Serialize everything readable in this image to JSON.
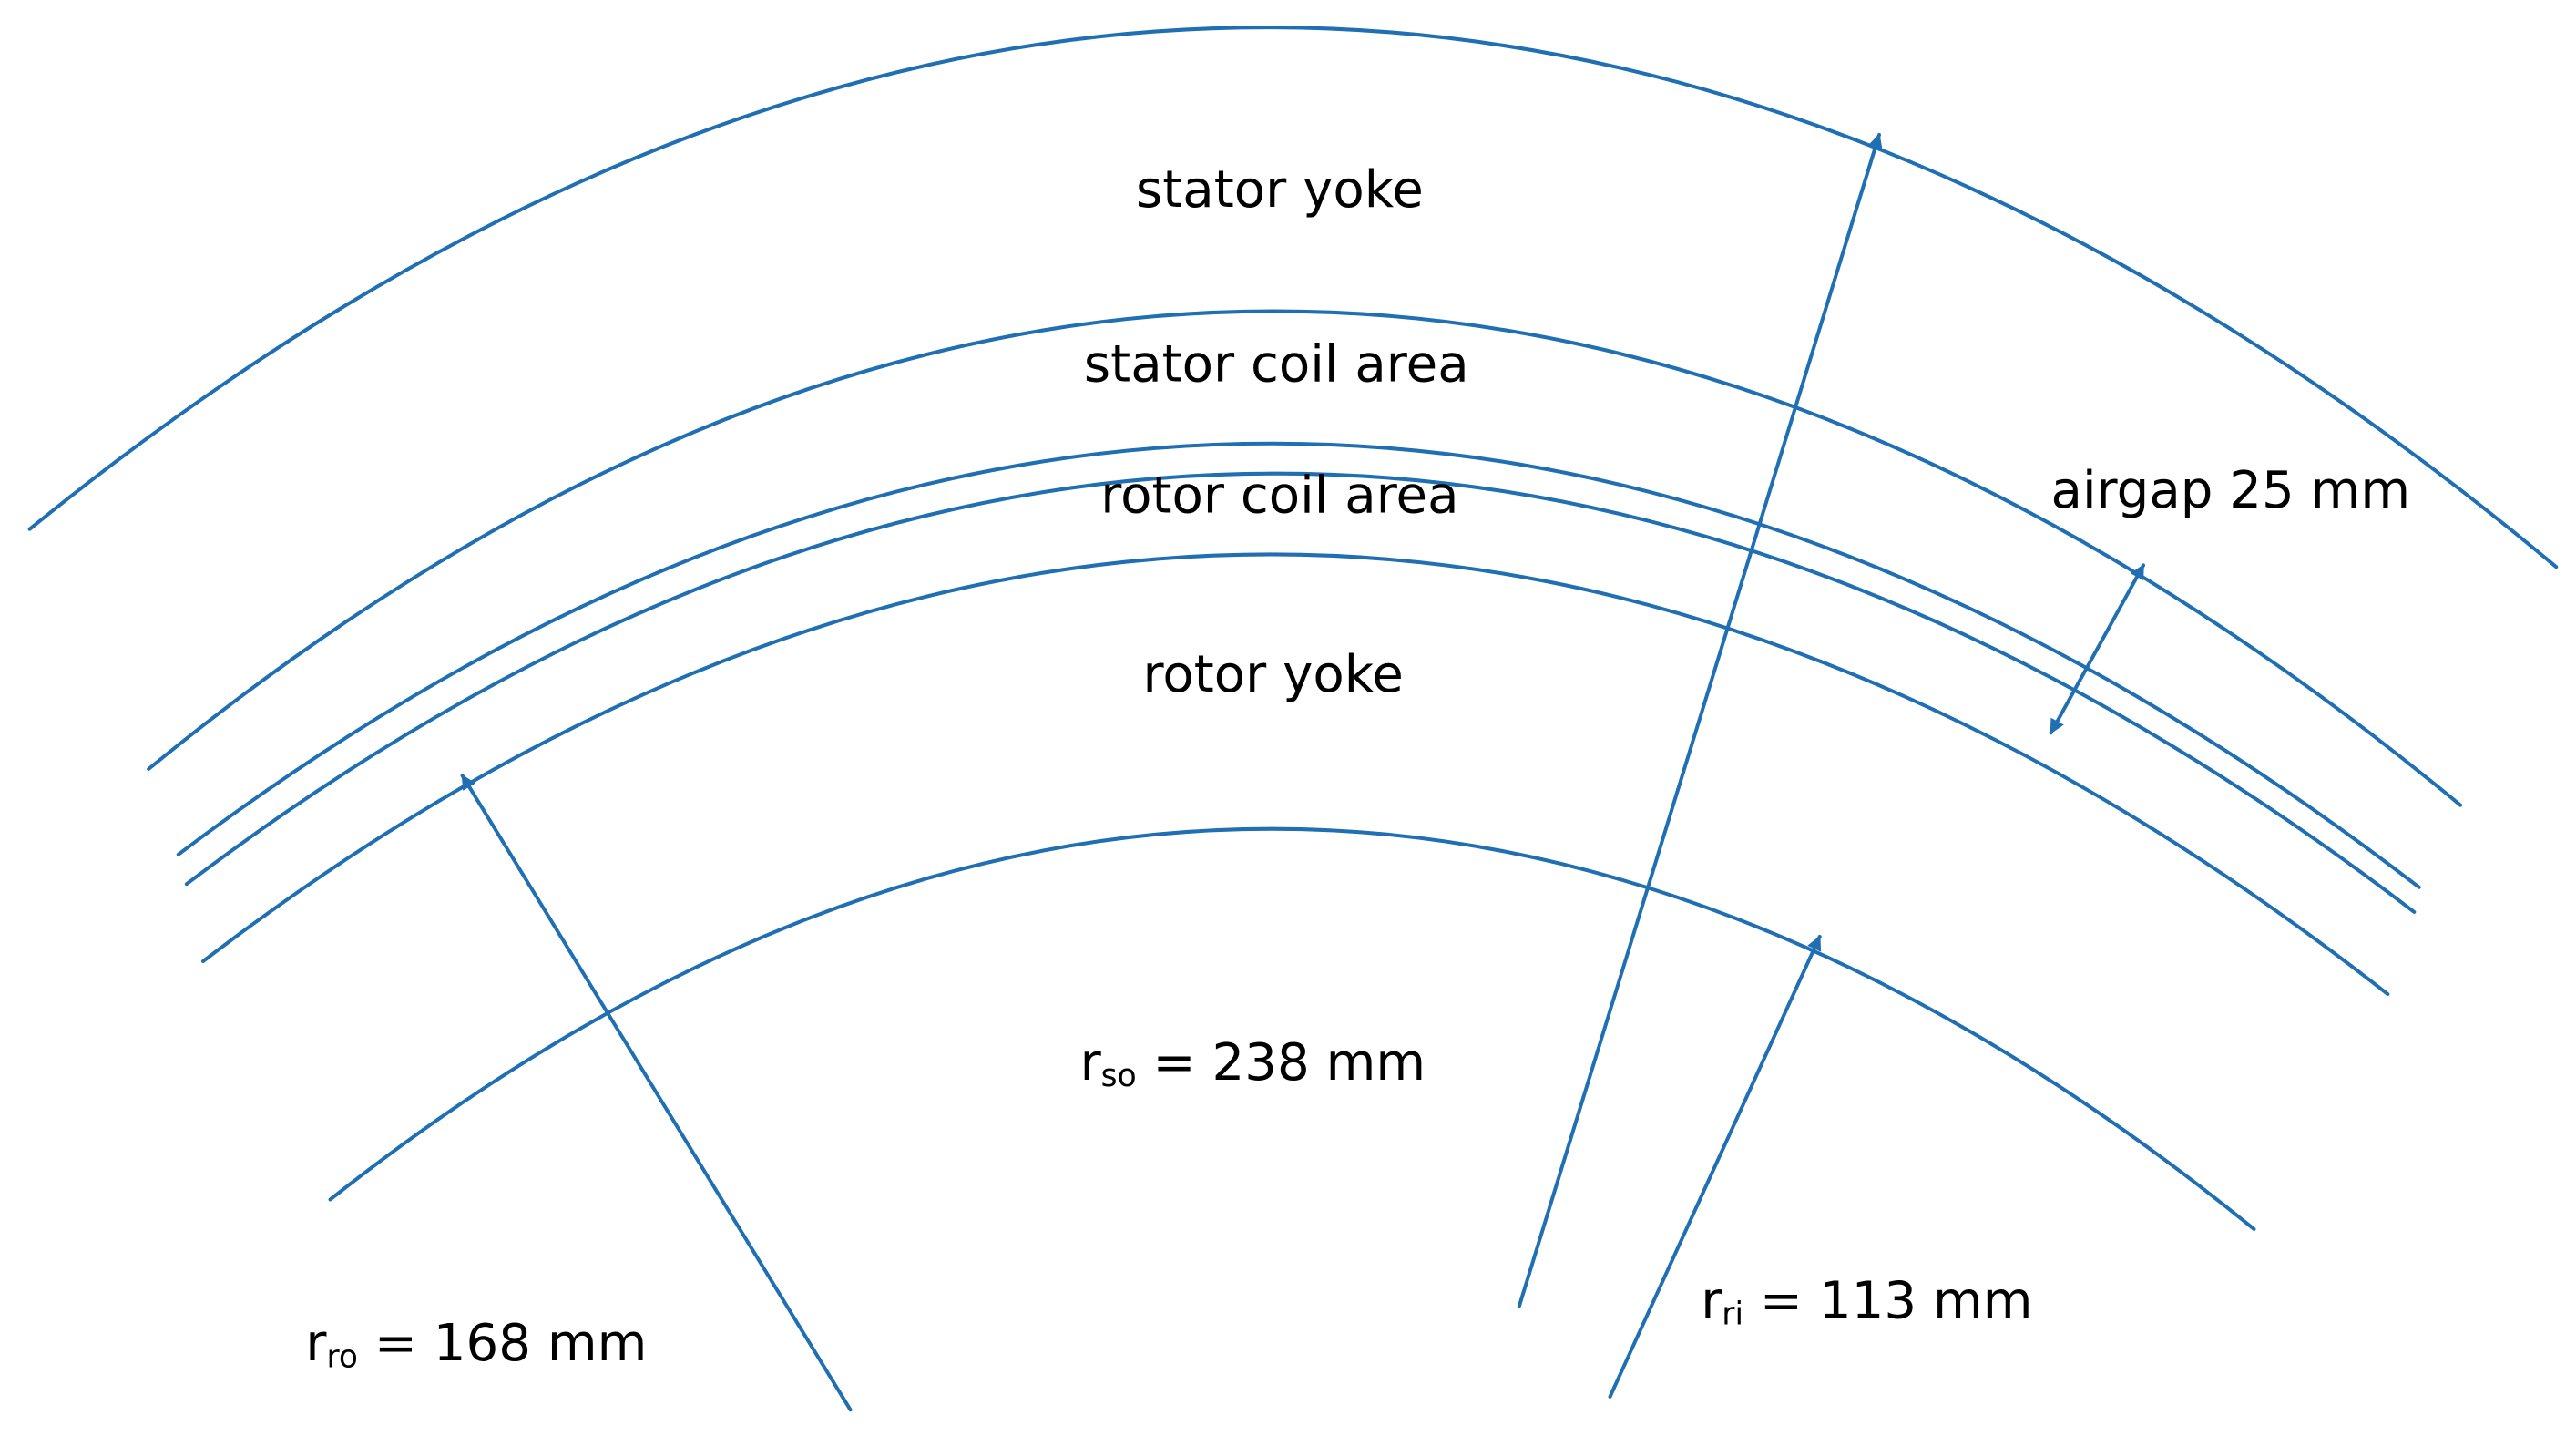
{
  "colors": {
    "line": "#1f6fb2",
    "text": "#000000",
    "background": "#ffffff"
  },
  "regions": {
    "stator_yoke": "stator yoke",
    "stator_coil_area": "stator coil area",
    "rotor_coil_area": "rotor coil area",
    "rotor_yoke": "rotor yoke"
  },
  "airgap": {
    "label": "airgap 25 mm"
  },
  "dimensions": {
    "r_so": {
      "symbol": "r",
      "subscript": "so",
      "value": " = 238 mm"
    },
    "r_ro": {
      "symbol": "r",
      "subscript": "ro",
      "value": " = 168 mm"
    },
    "r_ri": {
      "symbol": "r",
      "subscript": "ri",
      "value": " = 113 mm"
    }
  }
}
